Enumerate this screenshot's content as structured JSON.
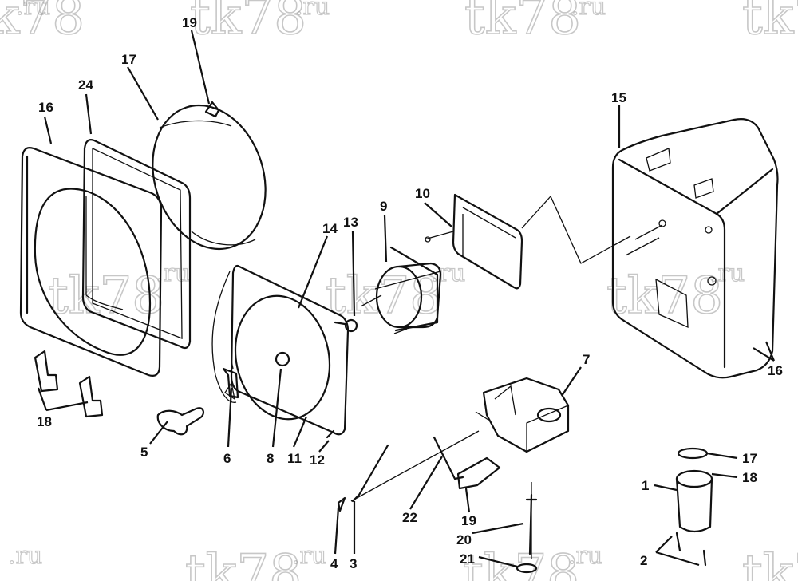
{
  "watermark": {
    "big": "tk78",
    "small": ".ru"
  },
  "callouts": [
    {
      "id": "c16a",
      "text": "16"
    },
    {
      "id": "c24",
      "text": "24"
    },
    {
      "id": "c17a",
      "text": "17"
    },
    {
      "id": "c19a",
      "text": "19"
    },
    {
      "id": "c15",
      "text": "15"
    },
    {
      "id": "c10",
      "text": "10"
    },
    {
      "id": "c9",
      "text": "9"
    },
    {
      "id": "c13",
      "text": "13"
    },
    {
      "id": "c14",
      "text": "14"
    },
    {
      "id": "c16b",
      "text": "16"
    },
    {
      "id": "c7",
      "text": "7"
    },
    {
      "id": "c18a",
      "text": "18"
    },
    {
      "id": "c5",
      "text": "5"
    },
    {
      "id": "c6",
      "text": "6"
    },
    {
      "id": "c8",
      "text": "8"
    },
    {
      "id": "c11",
      "text": "11"
    },
    {
      "id": "c12",
      "text": "12"
    },
    {
      "id": "c17b",
      "text": "17"
    },
    {
      "id": "c1",
      "text": "1"
    },
    {
      "id": "c18b",
      "text": "18"
    },
    {
      "id": "c22",
      "text": "22"
    },
    {
      "id": "c19b",
      "text": "19"
    },
    {
      "id": "c20",
      "text": "20"
    },
    {
      "id": "c21",
      "text": "21"
    },
    {
      "id": "c2",
      "text": "2"
    },
    {
      "id": "c4",
      "text": "4"
    },
    {
      "id": "c3",
      "text": "3"
    }
  ]
}
